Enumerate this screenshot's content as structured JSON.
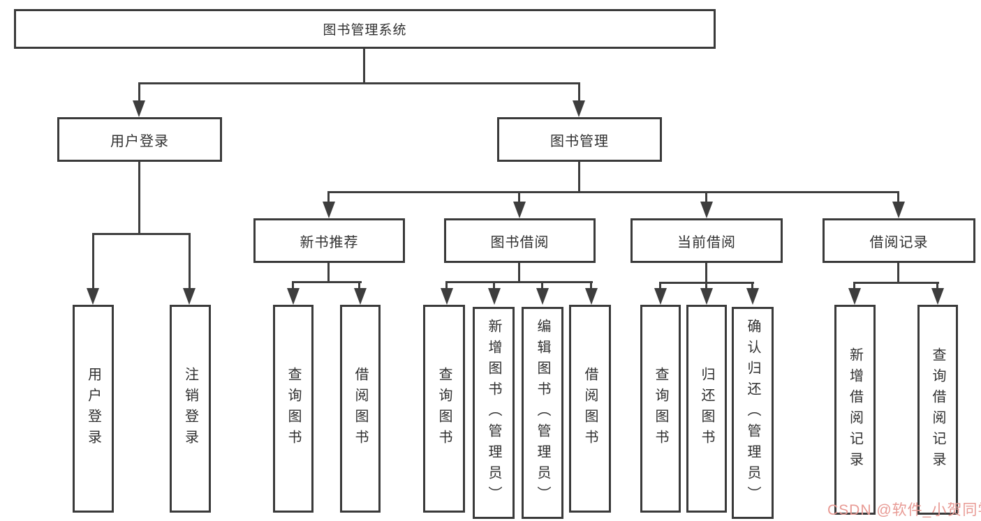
{
  "colors": {
    "background": "#ffffff",
    "line": "#3d3d3d",
    "box_border": "#3a3a3a",
    "text": "#2f2f2f",
    "watermark": "#e89a94"
  },
  "nodes": {
    "root": "图书管理系统",
    "user_login": "用户登录",
    "book_mgmt": "图书管理",
    "new_book_rec": "新书推荐",
    "book_borrow": "图书借阅",
    "current_borrow": "当前借阅",
    "borrow_record": "借阅记录",
    "leaf_user_login": "用户登录",
    "leaf_logout": "注销登录",
    "leaf_query_book_a": "查询图书",
    "leaf_borrow_book_a": "借阅图书",
    "leaf_query_book_b": "查询图书",
    "leaf_add_book_admin": "新增图书（管理员）",
    "leaf_edit_book_admin": "编辑图书（管理员）",
    "leaf_borrow_book_b": "借阅图书",
    "leaf_query_book_c": "查询图书",
    "leaf_return_book": "归还图书",
    "leaf_confirm_return_admin": "确认归还（管理员）",
    "leaf_add_borrow_record": "新增借阅记录",
    "leaf_query_borrow_record": "查询借阅记录"
  },
  "watermark": {
    "text": "CSDN @软件_小贺同学"
  }
}
